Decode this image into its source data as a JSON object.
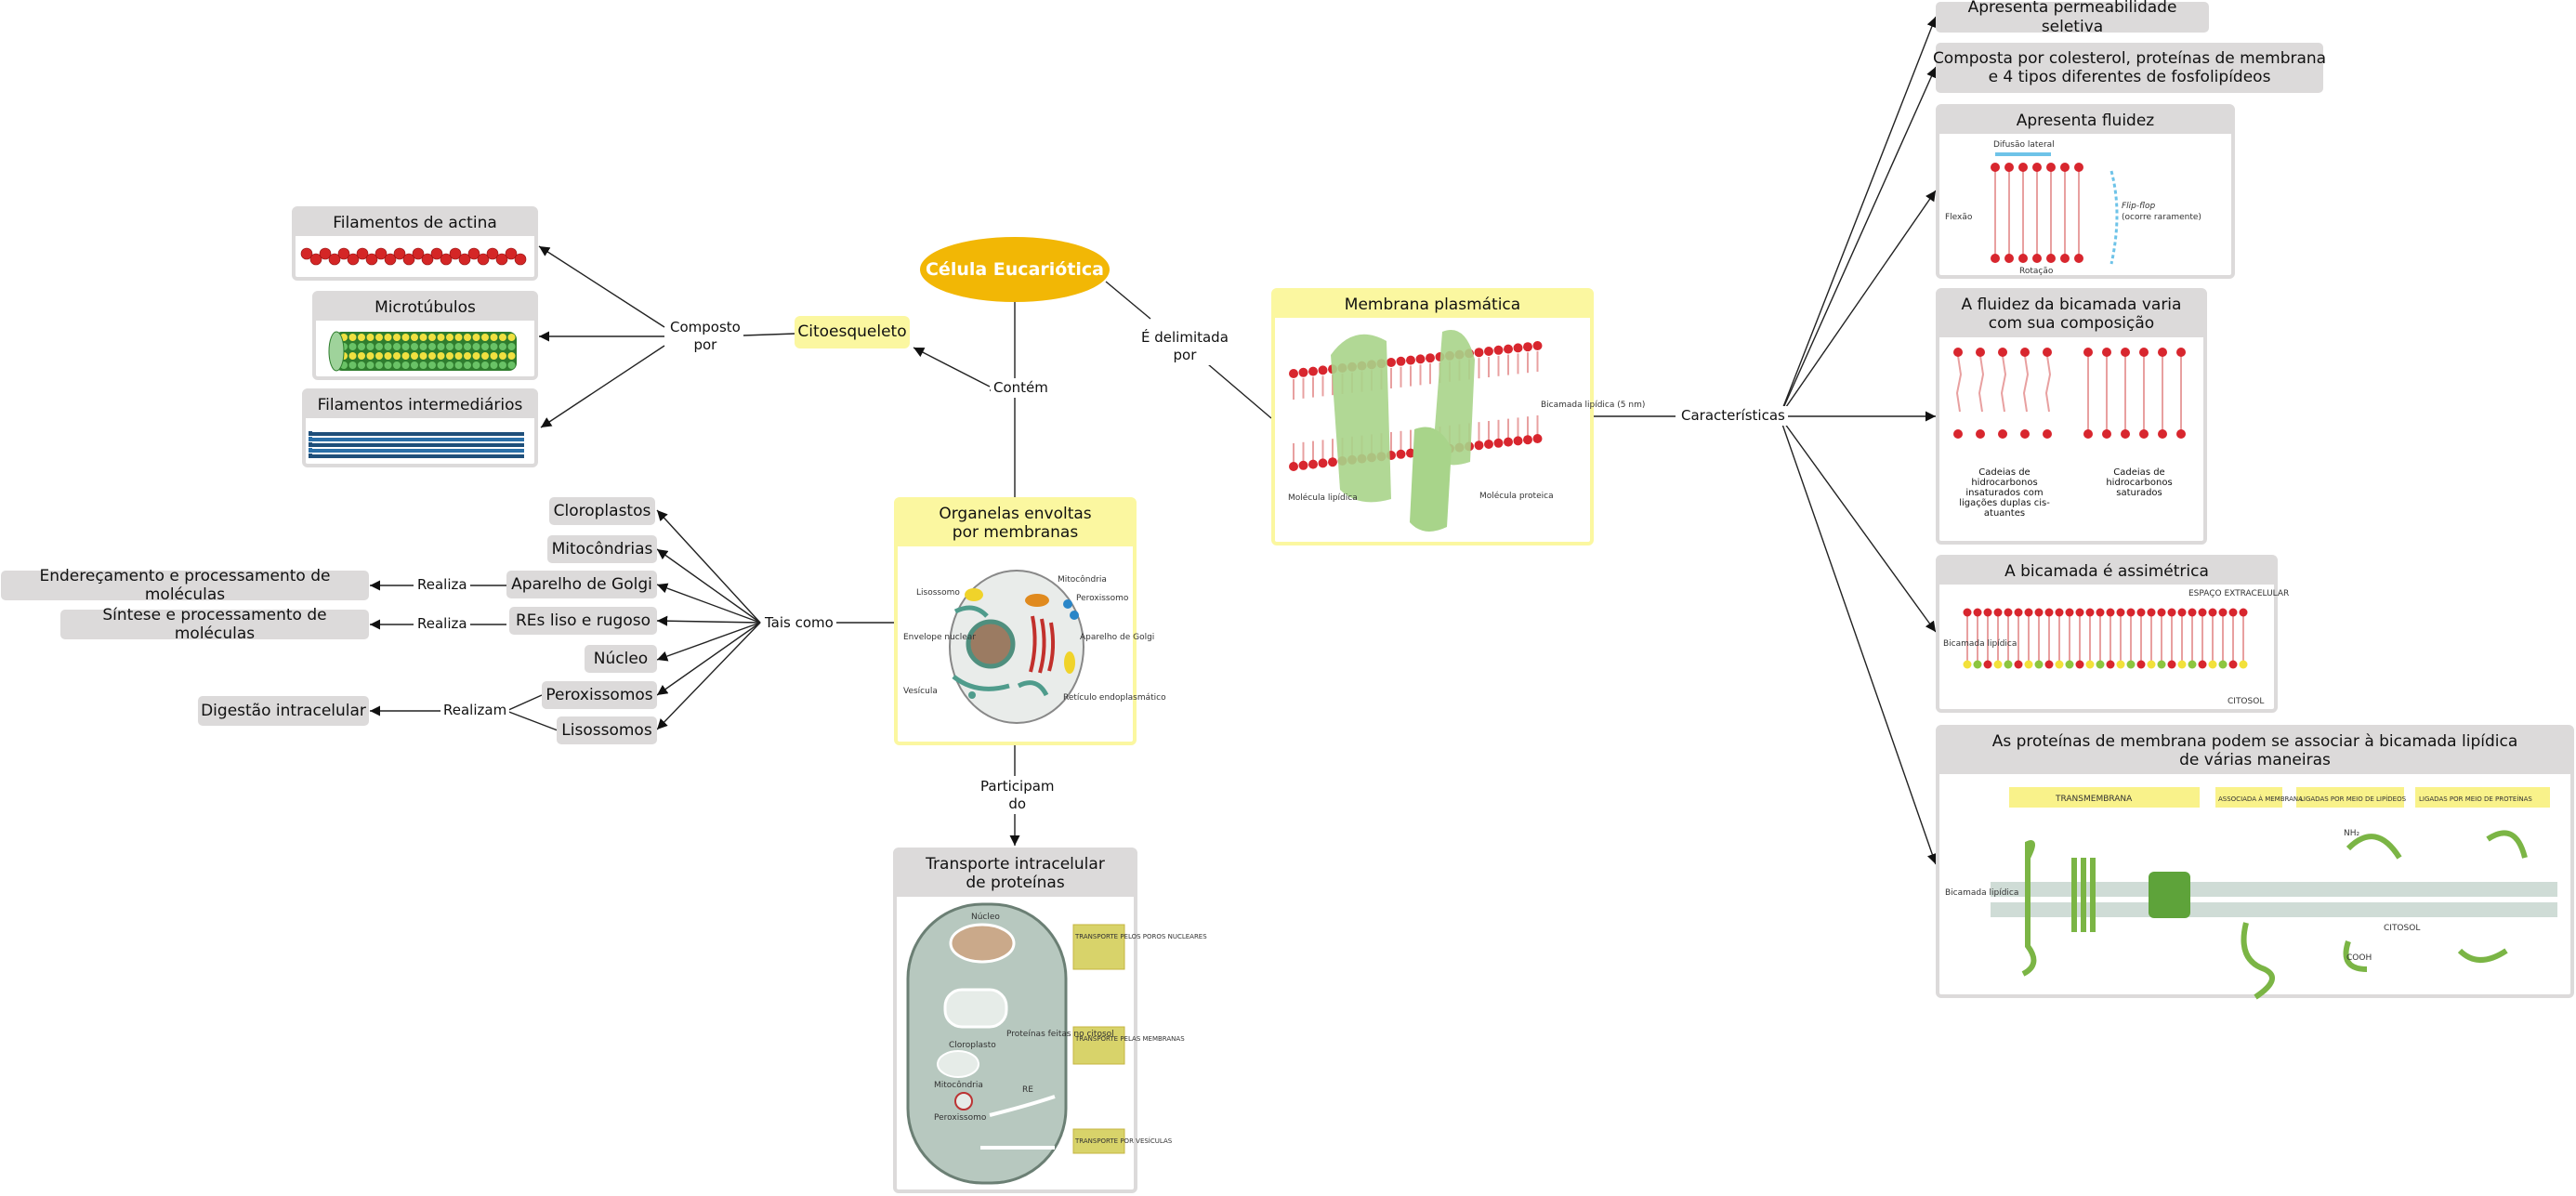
{
  "central": {
    "label": "Célula Eucariótica"
  },
  "links": {
    "contem": "Contém",
    "delimitada": "É delimitada\npor",
    "composto": "Composto\npor",
    "tais_como": "Tais como",
    "participam": "Participam\ndo",
    "caracteristicas": "Características",
    "realiza_1": "Realiza",
    "realiza_2": "Realiza",
    "realizam": "Realizam"
  },
  "cytoskeleton": {
    "label": "Citoesqueleto",
    "items": [
      "Filamentos de actina",
      "Microtúbulos",
      "Filamentos intermediários"
    ]
  },
  "organelles": {
    "title": "Organelas envoltas\npor membranas",
    "image_labels": [
      "Lisossomo",
      "Mitocôndria",
      "Peroxissomo",
      "Envelope nuclear",
      "Aparelho de Golgi",
      "Vesícula",
      "Retículo endoplasmático"
    ],
    "items": [
      "Cloroplastos",
      "Mitocôndrias",
      "Aparelho de Golgi",
      "REs liso e rugoso",
      "Núcleo",
      "Peroxissomos",
      "Lisossomos"
    ],
    "functions": {
      "golgi": "Endereçamento e processamento de moléculas",
      "re": "Síntese e processamento de moléculas",
      "lysosome": "Digestão intracelular"
    }
  },
  "transport": {
    "title": "Transporte intracelular\nde proteínas",
    "image_labels": [
      "Núcleo",
      "Cloroplasto",
      "Mitocôndria",
      "Peroxissomo",
      "RE",
      "Proteínas feitas no citosol"
    ],
    "steps": [
      "TRANSPORTE PELOS POROS NUCLEARES",
      "TRANSPORTE PELAS MEMBRANAS",
      "TRANSPORTE POR VESÍCULAS"
    ]
  },
  "membrane": {
    "title": "Membrana plasmática",
    "image_labels": [
      "Bicamada lipídica (5 nm)",
      "Molécula lipídica",
      "Molécula proteica"
    ]
  },
  "characteristics": {
    "perm": "Apresenta permeabilidade seletiva",
    "composition": "Composta por colesterol, proteínas de membrana\ne 4 tipos diferentes de fosfolipídeos",
    "fluidity": {
      "title": "Apresenta fluidez",
      "labels": [
        "Difusão lateral",
        "Flexão",
        "Rotação",
        "Flip-flop",
        "(ocorre raramente)"
      ]
    },
    "composition_fluidity": {
      "title": "A fluidez da bicamada varia\ncom sua composição",
      "labels": [
        "Cadeias de hidrocarbonos insaturados com ligações duplas cis-atuantes",
        "Cadeias de hidrocarbonos saturados"
      ]
    },
    "asymmetry": {
      "title": "A bicamada é assimétrica",
      "labels": [
        "ESPAÇO EXTRACELULAR",
        "Bicamada lipídica",
        "CITOSOL"
      ]
    },
    "proteins": {
      "title": "As proteínas de membrana podem se associar à bicamada lipídica\nde várias maneiras",
      "categories": [
        "TRANSMEMBRANA",
        "ASSOCIADA À MEMBRANA",
        "LIGADAS POR MEIO DE LIPÍDEOS",
        "LIGADAS POR MEIO DE PROTEÍNAS"
      ],
      "labels": [
        "Bicamada lipídica",
        "NH₂",
        "CITOSOL",
        "COOH"
      ]
    }
  },
  "colors": {
    "central": "#f2b705",
    "highlight": "#fbf7a0",
    "node": "#e6e3e3",
    "actin": "#d42626",
    "microtubule": "#39a83c",
    "intermediate": "#2a6fa8",
    "lipid_head": "#d8262e",
    "protein": "#7bb545"
  }
}
